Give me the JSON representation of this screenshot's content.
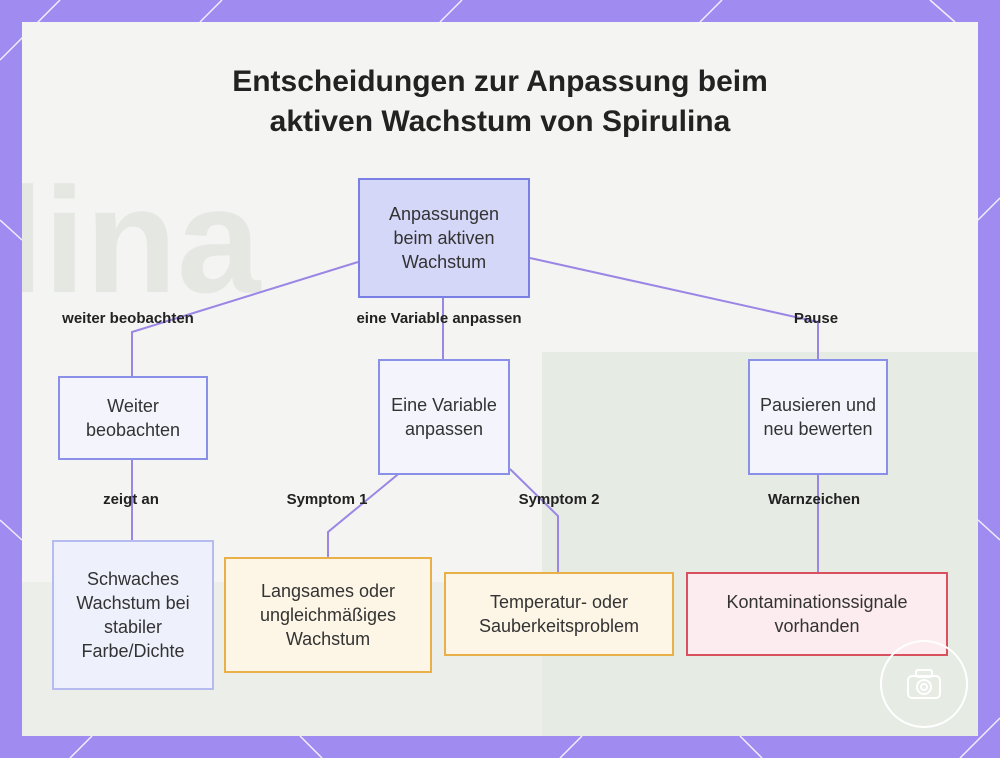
{
  "title": {
    "line1": "Entscheidungen zur Anpassung beim",
    "line2": "aktiven Wachstum von Spirulina"
  },
  "nodes": {
    "root": "Anpassungen beim aktiven Wachstum",
    "observe": "Weiter beobachten",
    "adjust": "Eine Variable anpassen",
    "pause": "Pausieren und neu bewerten",
    "weak_growth": "Schwaches Wachstum bei stabiler Farbe/Dichte",
    "slow_growth": "Langsames oder ungleichmäßiges Wachstum",
    "temp_problem": "Temperatur- oder Sauberkeitsproblem",
    "contamination": "Kontaminationssignale vorhanden"
  },
  "edge_labels": {
    "observe": "weiter beobachten",
    "adjust": "eine Variable anpassen",
    "pause": "Pause",
    "indicates": "zeigt an",
    "symptom1": "Symptom 1",
    "symptom2": "Symptom 2",
    "warning": "Warnzeichen"
  },
  "background_watermark": "lina",
  "colors": {
    "frame": "#a08cf0",
    "connector": "#9b86e6",
    "root_fill": "#d4d7f7",
    "orange_border": "#e9b04a",
    "red_border": "#d9515f"
  },
  "icons": [
    "camera-badge-icon"
  ]
}
